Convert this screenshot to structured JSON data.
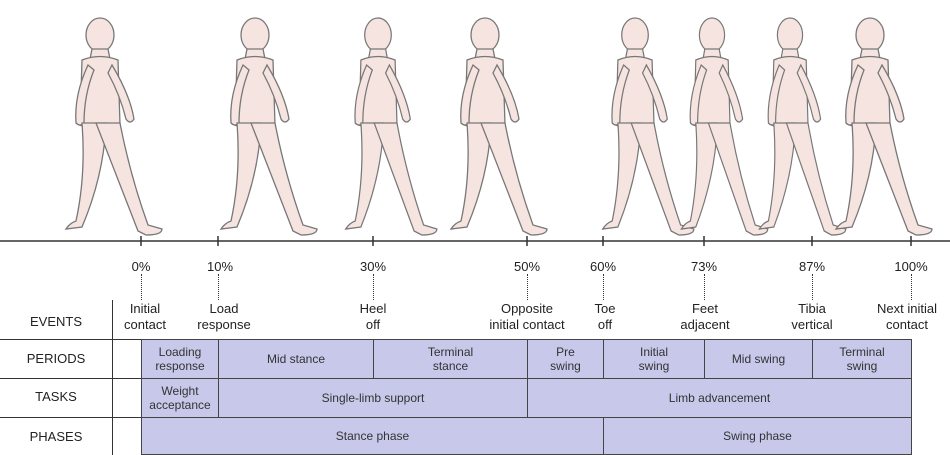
{
  "percentages": [
    "0%",
    "10%",
    "30%",
    "50%",
    "60%",
    "73%",
    "87%",
    "100%"
  ],
  "events": [
    {
      "line1": "Initial",
      "line2": "contact"
    },
    {
      "line1": "Load",
      "line2": "response"
    },
    {
      "line1": "Heel",
      "line2": "off"
    },
    {
      "line1": "Opposite",
      "line2": "initial contact"
    },
    {
      "line1": "Toe",
      "line2": "off"
    },
    {
      "line1": "Feet",
      "line2": "adjacent"
    },
    {
      "line1": "Tibia",
      "line2": "vertical"
    },
    {
      "line1": "Next initial",
      "line2": "contact"
    }
  ],
  "row_labels": {
    "events": "EVENTS",
    "periods": "PERIODS",
    "tasks": "TASKS",
    "phases": "PHASES"
  },
  "periods": [
    {
      "line1": "Loading",
      "line2": "response"
    },
    {
      "line1": "Mid stance",
      "line2": ""
    },
    {
      "line1": "Terminal",
      "line2": "stance"
    },
    {
      "line1": "Pre",
      "line2": "swing"
    },
    {
      "line1": "Initial",
      "line2": "swing"
    },
    {
      "line1": "Mid swing",
      "line2": ""
    },
    {
      "line1": "Terminal",
      "line2": "swing"
    }
  ],
  "tasks": [
    {
      "line1": "Weight",
      "line2": "acceptance"
    },
    {
      "line1": "Single-limb support",
      "line2": ""
    },
    {
      "line1": "Limb advancement",
      "line2": ""
    }
  ],
  "phases": [
    {
      "label": "Stance phase"
    },
    {
      "label": "Swing phase"
    }
  ],
  "colors": {
    "cell_fill": "#c7c8ea",
    "figure_fill": "#f6e4e0",
    "figure_stroke": "#777777"
  }
}
